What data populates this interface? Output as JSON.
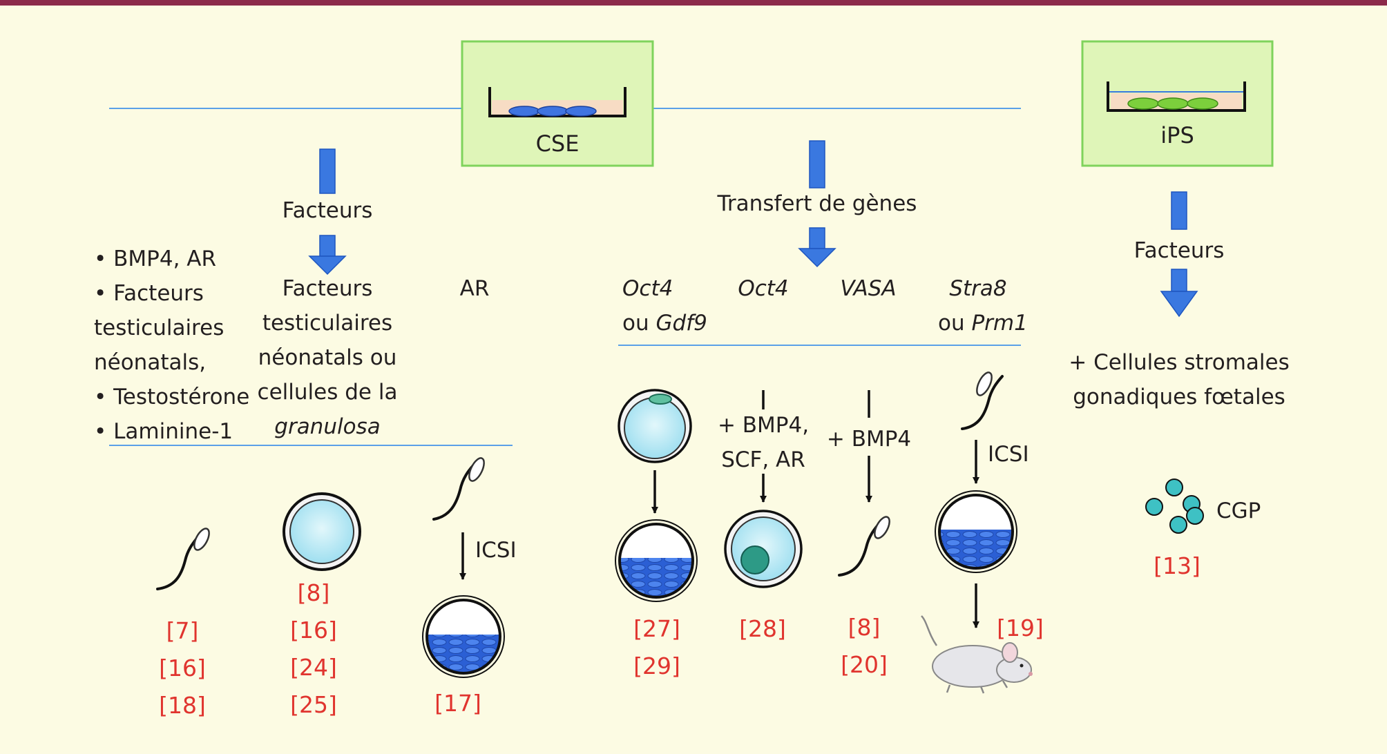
{
  "boxes": {
    "cse": "CSE",
    "ips": "iPS"
  },
  "colors": {
    "frame": "#8c2a4a",
    "arrow": "#3a78e0",
    "reference": "#e0342e",
    "box_fill": "#dff5b8",
    "box_border": "#7fd35c"
  },
  "left": {
    "arrow_label": "Facteurs",
    "bullets": [
      "• BMP4, AR",
      "• Facteurs",
      "testiculaires",
      "néonatals,",
      "• Testostérone",
      "• Laminine-1"
    ],
    "col2_lines": [
      "Facteurs",
      "testiculaires",
      "néonatals ou",
      "cellules de la",
      "granulosa"
    ],
    "col3": "AR",
    "icsi": "ICSI",
    "refs": {
      "col1": [
        "[7]",
        "[16]",
        "[18]"
      ],
      "col2": [
        "[8]",
        "[16]",
        "[24]",
        "[25]"
      ],
      "col3": [
        "[17]"
      ]
    }
  },
  "middle": {
    "arrow_label": "Transfert de gènes",
    "genes": {
      "c1": [
        "Oct4",
        "Gdf9"
      ],
      "c1_connector": "ou ",
      "c2": "Oct4",
      "c3": "VASA",
      "c4": [
        "Stra8",
        "Prm1"
      ],
      "c4_connector": "ou "
    },
    "conditions": {
      "c2": [
        "+ BMP4,",
        "SCF, AR"
      ],
      "c3": "+ BMP4"
    },
    "icsi": "ICSI",
    "refs": {
      "c1": [
        "[27]",
        "[29]"
      ],
      "c2": [
        "[28]"
      ],
      "c3": [
        "[8]",
        "[20]"
      ],
      "c4": [
        "[19]"
      ]
    }
  },
  "right": {
    "arrow_label": "Facteurs",
    "condition": [
      "+ Cellules stromales",
      "gonadiques fœtales"
    ],
    "cell_label": "CGP",
    "refs": [
      "[13]"
    ]
  }
}
